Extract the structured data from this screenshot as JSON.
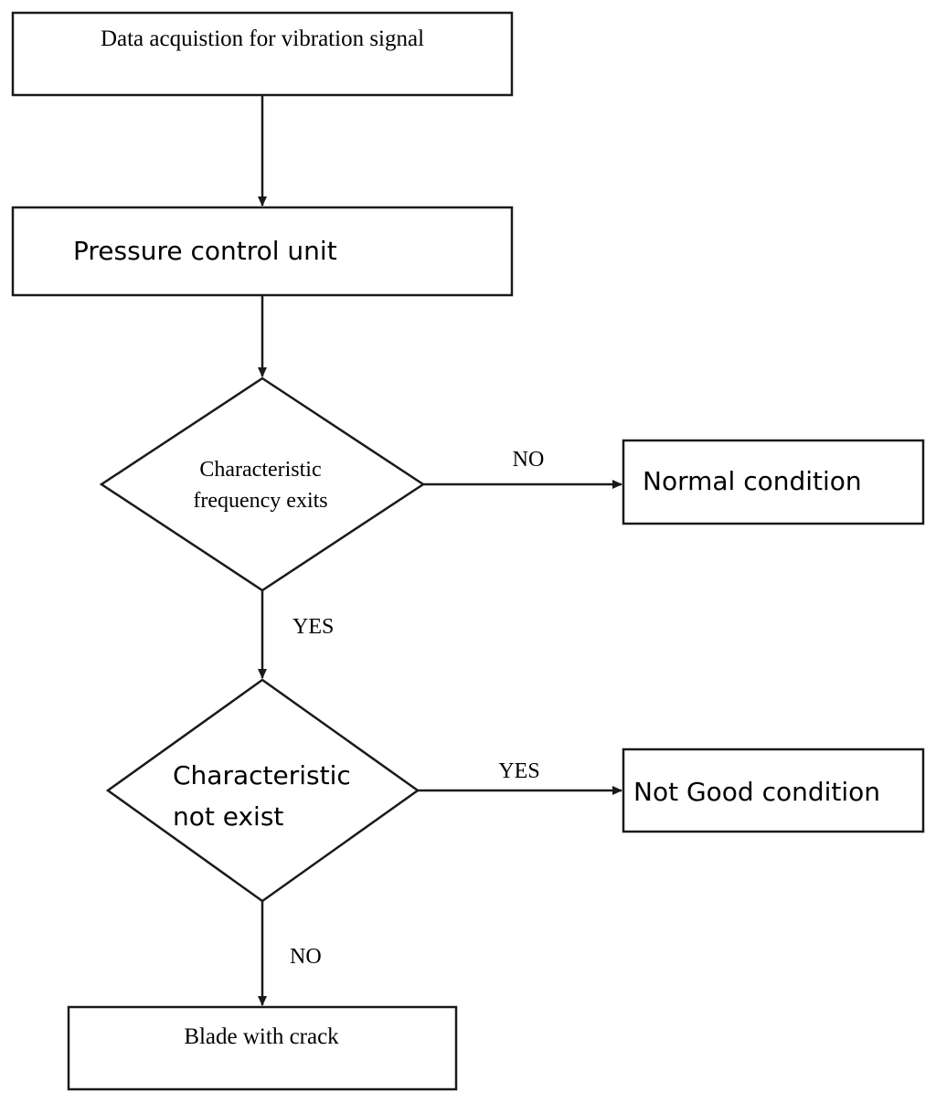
{
  "nodes": {
    "acquisition": {
      "text": "Data acquistion for vibration signal"
    },
    "pressure": {
      "text": "Pressure control unit"
    },
    "decision1": {
      "line1": "Characteristic",
      "line2": "frequency exits"
    },
    "normal": {
      "text": "Normal condition"
    },
    "decision2": {
      "line1": "Characteristic",
      "line2": "not exist"
    },
    "notgood": {
      "text": "Not Good condition"
    },
    "blade": {
      "text": "Blade with crack"
    }
  },
  "edges": {
    "d1_no": "NO",
    "d1_yes": "YES",
    "d2_yes": "YES",
    "d2_no": "NO"
  }
}
